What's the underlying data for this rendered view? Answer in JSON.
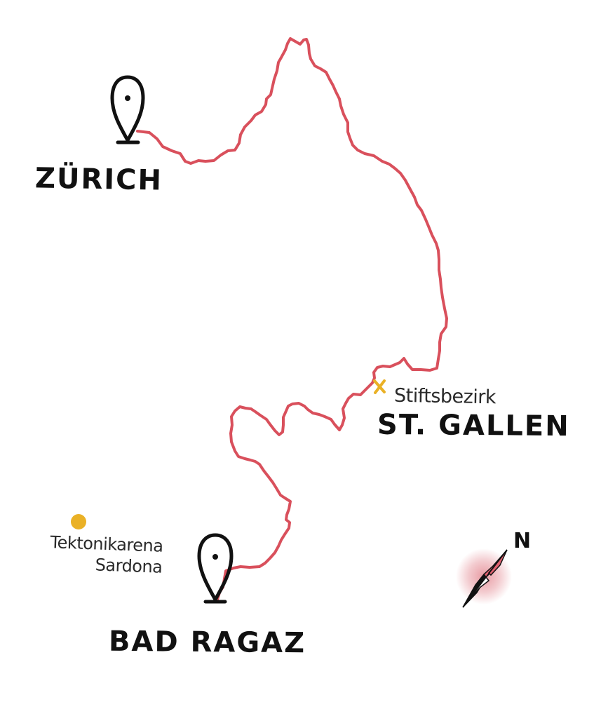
{
  "map": {
    "colors": {
      "background": "#ffffff",
      "route": "#d9505c",
      "ink": "#111111",
      "poi_marker": "#eab126",
      "compass_glow": "#e48a93",
      "compass_needle_north": "#e06170",
      "compass_needle_south": "#111111"
    },
    "route": {
      "description_icon": "hand-drawn-route-line"
    },
    "cities": {
      "zurich": {
        "label": "ZÜRICH",
        "icon": "map-pin-icon"
      },
      "st_gallen": {
        "label": "ST. GALLEN"
      },
      "bad_ragaz": {
        "label": "BAD RAGAZ",
        "icon": "map-pin-icon"
      }
    },
    "points_of_interest": {
      "stiftsbezirk": {
        "label": "Stiftsbezirk",
        "icon": "cross-marker-icon"
      },
      "tektonikarena": {
        "label_line1": "Tektonikarena",
        "label_line2": "Sardona",
        "icon": "dot-marker-icon"
      }
    },
    "compass": {
      "label": "N",
      "icon": "compass-needle-icon"
    }
  }
}
